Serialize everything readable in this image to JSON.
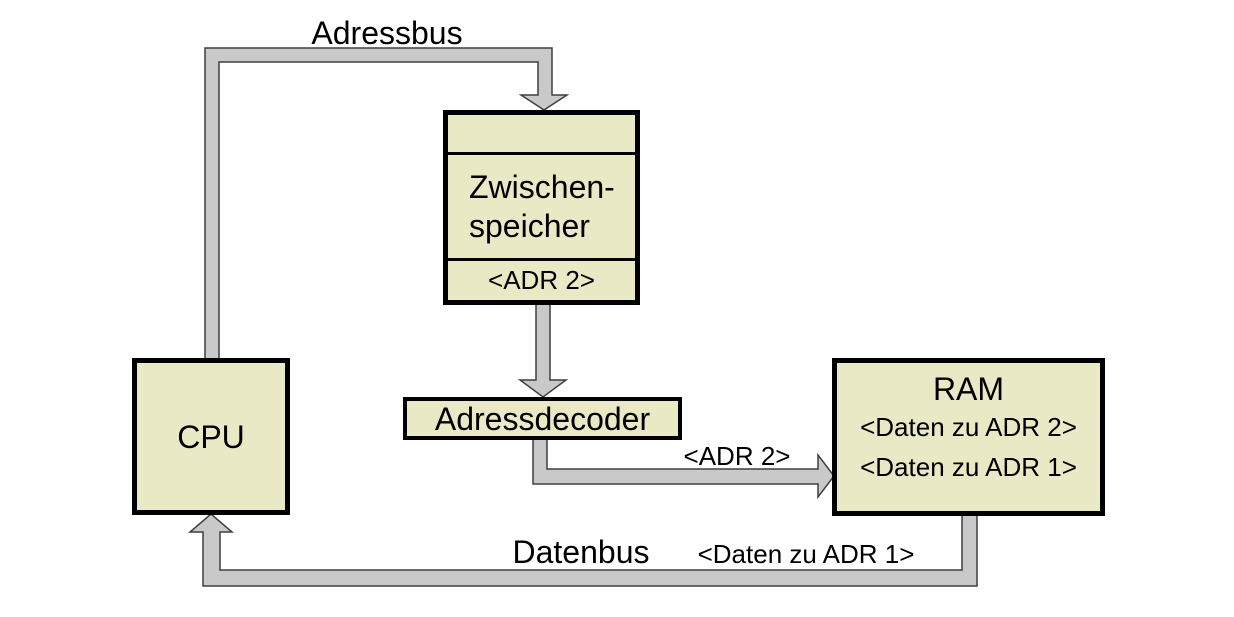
{
  "diagram": {
    "type": "computer-architecture-bus-diagram",
    "colors": {
      "background": "#ffffff",
      "box_fill": "#e9e9c5",
      "box_border": "#000000",
      "bus_fill": "#c9c9c9",
      "bus_outline": "#3f3f3f",
      "text": "#000000"
    },
    "nodes": {
      "cpu": {
        "label": "CPU"
      },
      "buffer": {
        "label_line1": "Zwischen-",
        "label_line2": "speicher",
        "register_value": "<ADR 2>"
      },
      "decoder": {
        "label": "Adressdecoder"
      },
      "ram": {
        "label": "RAM",
        "row1": "<Daten zu ADR 2>",
        "row2": "<Daten zu ADR 1>"
      }
    },
    "buses": {
      "address_bus": {
        "label": "Adressbus",
        "from": "CPU",
        "to": "Zwischenspeicher"
      },
      "buffer_to_decoder": {
        "label": "",
        "from": "Zwischenspeicher",
        "to": "Adressdecoder"
      },
      "decoder_to_ram": {
        "label": "<ADR 2>",
        "from": "Adressdecoder",
        "to": "RAM"
      },
      "data_bus": {
        "label": "Datenbus",
        "payload": "<Daten zu ADR 1>",
        "from": "RAM",
        "to": "CPU"
      }
    }
  }
}
